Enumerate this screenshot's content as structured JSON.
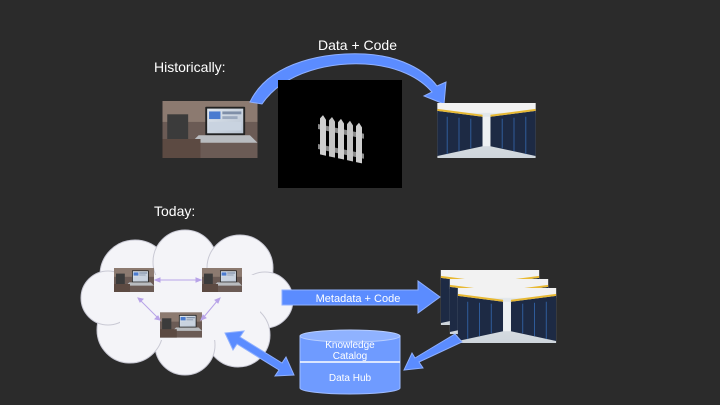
{
  "slide": {
    "historical": {
      "label": "Historically:",
      "arrow_label": "Data + Code"
    },
    "today": {
      "label": "Today:",
      "arrow_label": "Metadata + Code",
      "catalog": {
        "top_label_line1": "Knowledge",
        "top_label_line2": "Catalog",
        "bottom_label": "Data Hub"
      }
    }
  },
  "colors": {
    "background": "#2b2b2b",
    "arrow_blue": "#5b8cff",
    "arrow_outline": "#8fb0ff",
    "cloud_fill": "#f4f4f8",
    "catalog_fill": "#6f9bff",
    "catalog_top": "#8fb2ff"
  },
  "icons": {
    "laptop": "laptop-icon",
    "fence": "fence-icon",
    "datacenter": "datacenter-icon",
    "cloud": "cloud-icon",
    "database": "database-icon"
  }
}
